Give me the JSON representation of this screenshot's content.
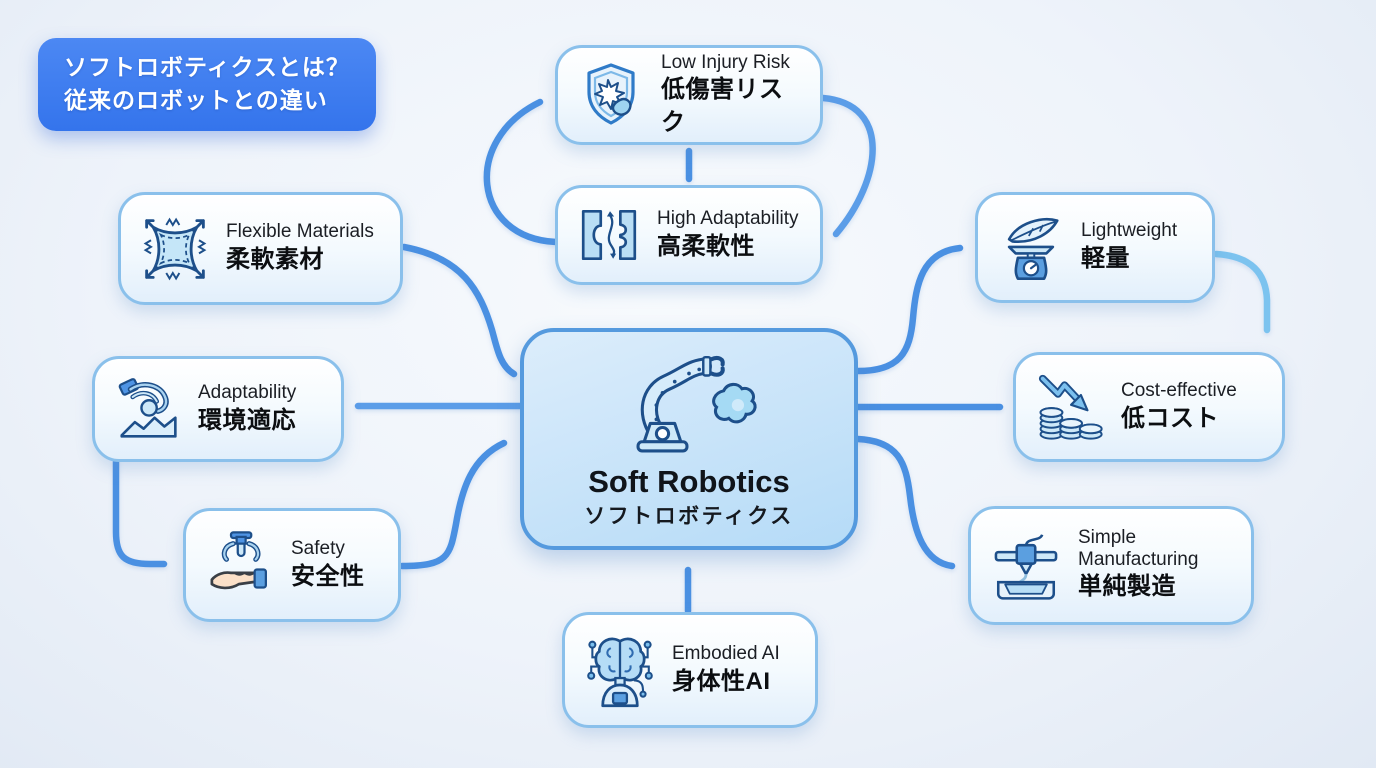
{
  "title": {
    "line1": "ソフトロボティクスとは？",
    "line2": "従来のロボットとの違い"
  },
  "center": {
    "label_en": "Soft Robotics",
    "label_ja": "ソフトロボティクス",
    "icon": "soft-robot-arm-icon"
  },
  "nodes": [
    {
      "id": "low-injury-risk",
      "label_en": "Low Injury Risk",
      "label_ja": "低傷害リスク",
      "icon": "shield-burst-icon"
    },
    {
      "id": "high-adaptability",
      "label_en": "High Adaptability",
      "label_ja": "高柔軟性",
      "icon": "flex-joint-icon"
    },
    {
      "id": "flexible-materials",
      "label_en": "Flexible Materials",
      "label_ja": "柔軟素材",
      "icon": "stretch-material-icon"
    },
    {
      "id": "adaptability",
      "label_en": "Adaptability",
      "label_ja": "環境適応",
      "icon": "gripper-terrain-icon"
    },
    {
      "id": "safety",
      "label_en": "Safety",
      "label_ja": "安全性",
      "icon": "hand-gripper-icon"
    },
    {
      "id": "lightweight",
      "label_en": "Lightweight",
      "label_ja": "軽量",
      "icon": "feather-scale-icon"
    },
    {
      "id": "cost-effective",
      "label_en": "Cost-effective",
      "label_ja": "低コスト",
      "icon": "coins-decrease-icon"
    },
    {
      "id": "simple-manufacturing",
      "label_en": "Simple Manufacturing",
      "label_ja": "単純製造",
      "icon": "printer-3d-icon"
    },
    {
      "id": "embodied-ai",
      "label_en": "Embodied AI",
      "label_ja": "身体性AI",
      "icon": "brain-circuit-icon"
    }
  ],
  "connections": [
    {
      "from": "high-adaptability",
      "to": "low-injury-risk",
      "style": "curved-left-loop"
    },
    {
      "from": "low-injury-risk",
      "to": "high-adaptability",
      "style": "curved-right-loop"
    },
    {
      "from": "low-injury-risk",
      "to": "high-adaptability",
      "style": "double-headed-vertical"
    },
    {
      "from": "flexible-materials",
      "to": "soft-robotics"
    },
    {
      "from": "soft-robotics",
      "to": "adaptability"
    },
    {
      "from": "adaptability",
      "to": "safety"
    },
    {
      "from": "safety",
      "to": "soft-robotics"
    },
    {
      "from": "soft-robotics",
      "to": "lightweight"
    },
    {
      "from": "soft-robotics",
      "to": "cost-effective"
    },
    {
      "from": "lightweight",
      "to": "cost-effective"
    },
    {
      "from": "soft-robotics",
      "to": "simple-manufacturing"
    },
    {
      "from": "embodied-ai",
      "to": "soft-robotics"
    }
  ],
  "colors": {
    "badge_blue": "#3b7ef0",
    "arrow_blue": "#4a90e2",
    "arrow_light_blue": "#7cc3ef",
    "node_border": "#8ac0eb",
    "center_border": "#559ade",
    "background": "#edf3fa"
  }
}
